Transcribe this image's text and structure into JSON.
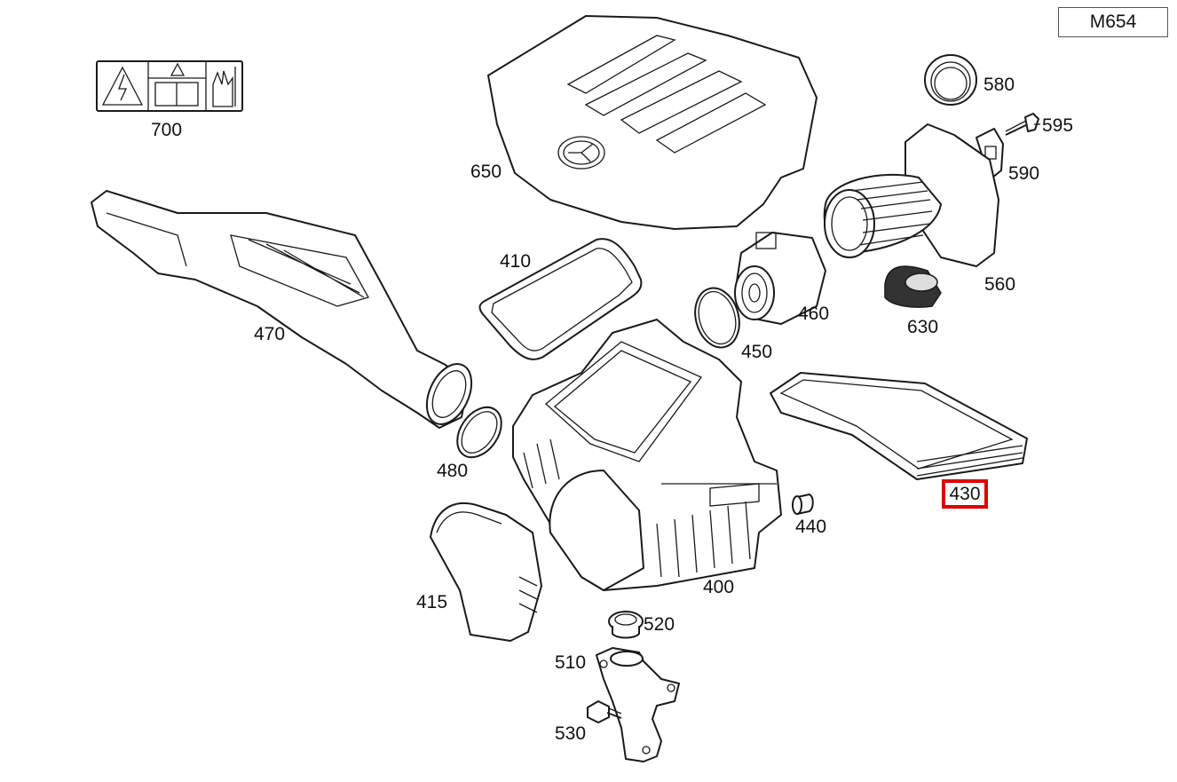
{
  "model_code": "M654",
  "labels": {
    "p700": "700",
    "p650": "650",
    "p580": "580",
    "p595": "595",
    "p590": "590",
    "p560": "560",
    "p630": "630",
    "p470": "470",
    "p410": "410",
    "p460": "460",
    "p450": "450",
    "p480": "480",
    "p430": "430",
    "p440": "440",
    "p400": "400",
    "p415": "415",
    "p520": "520",
    "p510": "510",
    "p530": "530"
  },
  "highlighted_part": "430",
  "colors": {
    "highlight": "#e00000",
    "line": "#1a1a1a"
  }
}
